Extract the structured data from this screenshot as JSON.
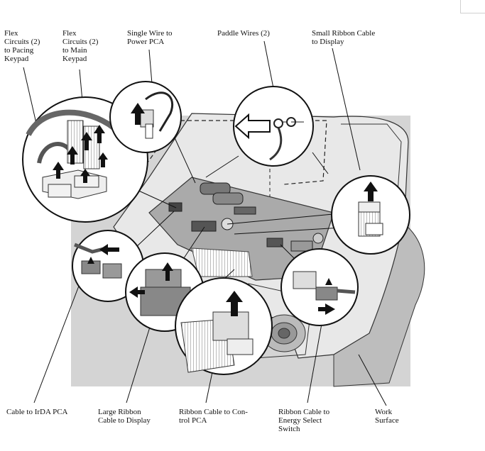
{
  "labels": {
    "flex_pacing": "Flex\nCircuits (2)\nto Pacing\nKeypad",
    "flex_main": "Flex\nCircuits (2)\nto Main\nKeypad",
    "single_wire": "Single Wire to\nPower PCA",
    "paddle_wires": "Paddle Wires (2)",
    "small_ribbon": "Small Ribbon Cable\nto Display",
    "cable_irda": "Cable to IrDA PCA",
    "large_ribbon": "Large Ribbon\nCable to Display",
    "ribbon_control": "Ribbon Cable to Con-\ntrol PCA",
    "ribbon_energy": "Ribbon Cable to\nEnergy Select\nSwitch",
    "work_surface": "Work\nSurface"
  },
  "colors": {
    "backdrop": "#cfcfcf",
    "device_shell": "#e9e9e9",
    "board": "#a9a9a9",
    "callout_fill": "#ffffff",
    "ink": "#111111"
  }
}
